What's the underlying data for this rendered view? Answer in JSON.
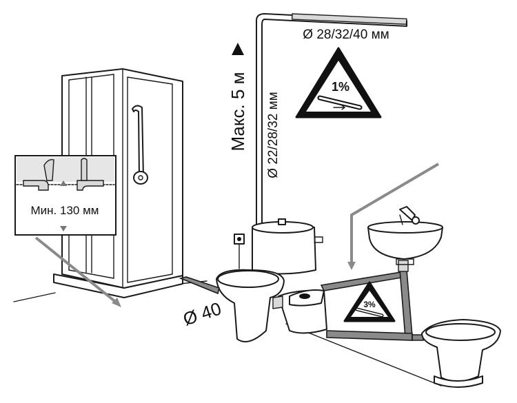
{
  "labels": {
    "max_height": "Макс. 5 м",
    "vertical_pipe": "Ø 22/28/32 мм",
    "horizontal_pipe": "Ø 28/32/40 мм",
    "slope_main": "1%",
    "slope_sink": "3%",
    "min_height": "Мин. 130 мм",
    "toilet_outlet": "Ø 40"
  },
  "colors": {
    "line": "#1a1a1a",
    "pipe_fill": "#8a8a8a",
    "inset_fill": "#d9d9d9",
    "arrow_grey": "#8a8a8a",
    "background": "#ffffff"
  },
  "icons": [
    "slope-warning-icon",
    "arrow-up-icon",
    "arrow-right-icon"
  ]
}
